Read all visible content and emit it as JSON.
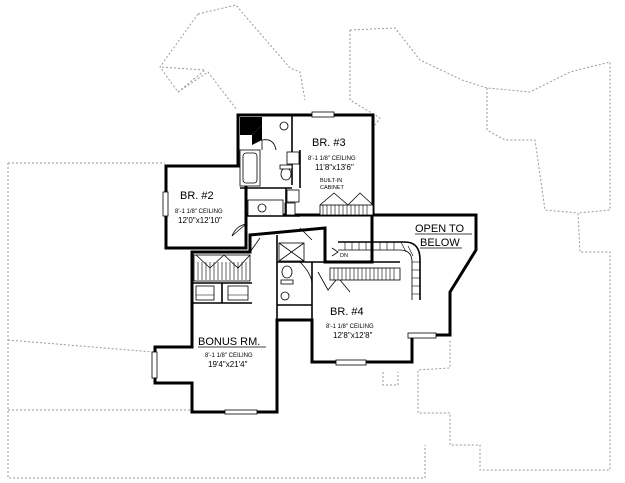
{
  "rooms": {
    "br3": {
      "name": "BR. #3",
      "ceiling": "8'-1 1/8\" CEILING",
      "size": "11'8\"x13'6\""
    },
    "br2": {
      "name": "BR. #2",
      "ceiling": "8'-1 1/8\" CEILING",
      "size": "12'0\"x12'10\""
    },
    "br4": {
      "name": "BR. #4",
      "ceiling": "8'-1 1/8\" CEILING",
      "size": "12'8\"x12'8\""
    },
    "bonus": {
      "name": "BONUS RM.",
      "ceiling": "8'-1 1/8\" CEILING",
      "size": "19'4\"x21'4\""
    }
  },
  "notes": {
    "built_in_line1": "BUILT-IN",
    "built_in_line2": "CABINET",
    "open_line1": "OPEN TO",
    "open_line2": "BELOW",
    "stair_dn": "DN"
  }
}
